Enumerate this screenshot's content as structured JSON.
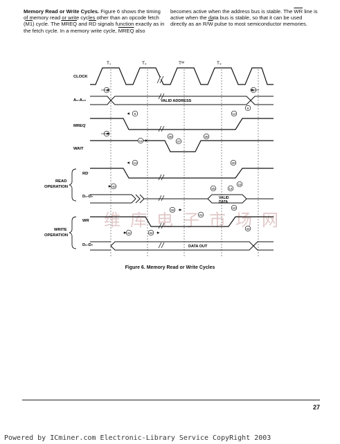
{
  "text_left": {
    "heading": "Memory Read or Write Cycles.",
    "p1": " Figure 6 shows the timing of memory read or write cycles other than an opcode fetch (",
    "m1": "M1",
    "p2": ") cycle. The ",
    "mreq": "MREQ",
    "p3": " and ",
    "rd": "RD",
    "p4": " signals function exactly as in the fetch cycle. In a memory write cycle, ",
    "mreq2": "MREQ",
    "p5": " also"
  },
  "text_right": {
    "p1": "becomes active when the address bus is stable. The ",
    "wr": "WR",
    "p2": " line is active when the data bus is stable, so that it can be used directly as an R/",
    "w": "W",
    "p3": " pulse to most semiconductor memories."
  },
  "figure": {
    "caption": "Figure 6. Memory Read or Write Cycles",
    "states": [
      "T₁",
      "T₂",
      "Tᵂ",
      "T₃"
    ],
    "signals": {
      "clock": "CLOCK",
      "address": "A₀-A₁₅",
      "mreq": "MREQ",
      "wait": "WAIT",
      "rd": "RD",
      "d_read": "D₀-D₇",
      "wr": "WR",
      "d_write": "D₀-D₇"
    },
    "groups": {
      "read_1": "READ",
      "read_2": "OPERATION",
      "write_1": "WRITE",
      "write_2": "OPERATION"
    },
    "bus_labels": {
      "valid_address": "VALID ADDRESS",
      "valid_data_1": "VALID",
      "valid_data_2": "DATA",
      "data_out": "DATA OUT"
    },
    "markers": {
      "m1": "1",
      "m5": "5",
      "m6": "6",
      "m7": "7",
      "m9": "9",
      "m10": "10",
      "m11": "11",
      "m12": "12",
      "m13": "13",
      "m14": "14",
      "m15": "15",
      "m20": "20",
      "m21": "21",
      "m25": "25",
      "m26": "26",
      "m34": "34",
      "m35": "35",
      "m36": "36",
      "m37": "37",
      "m40": "40",
      "m41": "41",
      "m42": "42"
    }
  },
  "watermark": "维库电子市场网",
  "page_number": "27",
  "footer": "Powered by ICminer.com Electronic-Library Service CopyRight 2003"
}
